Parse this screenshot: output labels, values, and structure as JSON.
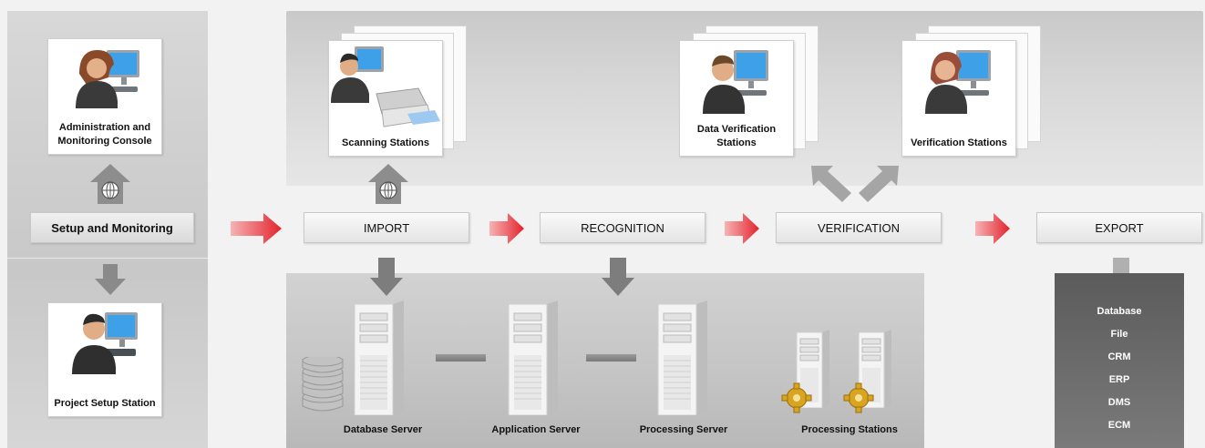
{
  "setup": {
    "admin_console_label": "Administration and Monitoring Console",
    "stage_label": "Setup and Monitoring",
    "project_station_label": "Project Setup Station"
  },
  "top_stations": {
    "scanning_label": "Scanning Stations",
    "data_verification_label": "Data Verification Stations",
    "verification_label": "Verification Stations"
  },
  "stages": {
    "import": "IMPORT",
    "recognition": "RECOGNITION",
    "verification": "VERIFICATION",
    "export": "EXPORT"
  },
  "servers": {
    "database": "Database Server",
    "application": "Application Server",
    "processing": "Processing Server",
    "processing_stations": "Processing Stations"
  },
  "export_targets": [
    "Database",
    "File",
    "CRM",
    "ERP",
    "DMS",
    "ECM"
  ],
  "colors": {
    "flow_arrow": "#e3232c",
    "down_arrow": "#8a8a8a",
    "export_panel": "#5b5b5b"
  },
  "icons": {
    "web": "globe-icon",
    "operator": "person-at-computer-icon",
    "scanner": "document-scanner-icon",
    "server": "server-tower-icon",
    "database": "database-cylinder-icon",
    "gear": "gear-icon"
  }
}
